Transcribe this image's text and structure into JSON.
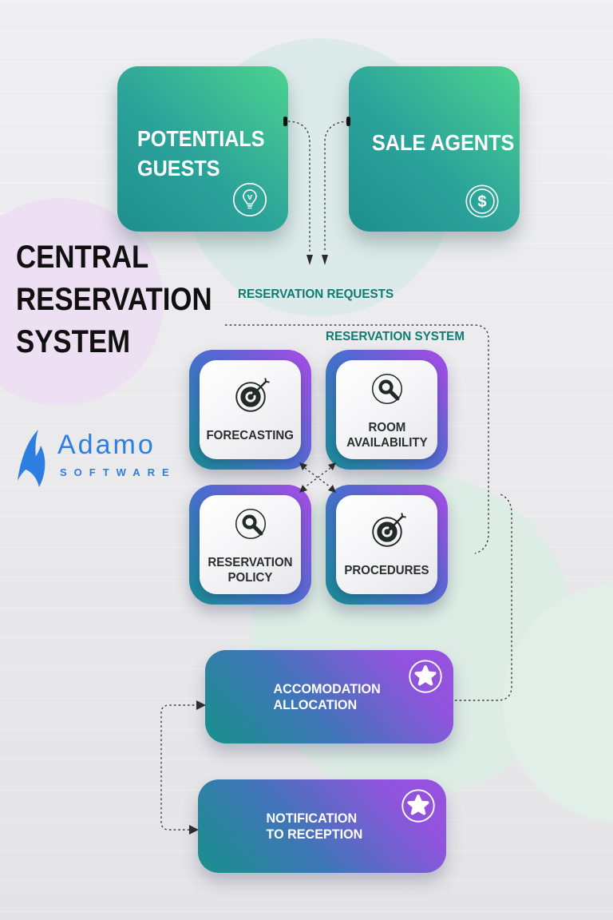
{
  "title": {
    "lines": [
      "CENTRAL",
      "RESERVATION",
      "SYSTEM"
    ]
  },
  "brand": {
    "name": "Adamo",
    "subtitle": "SOFTWARE"
  },
  "flow": {
    "sources": [
      {
        "id": "potentials-guests",
        "lines": [
          "POTENTIALS",
          "GUESTS"
        ],
        "icon": "lightbulb-icon"
      },
      {
        "id": "sale-agents",
        "lines": [
          "SALE AGENTS"
        ],
        "icon": "dollar-icon"
      }
    ],
    "request_label": "RESERVATION REQUESTS",
    "system_label": "RESERVATION SYSTEM",
    "modules": [
      {
        "id": "forecasting",
        "lines": [
          "FORECASTING"
        ],
        "icon": "target-icon"
      },
      {
        "id": "room-availability",
        "lines": [
          "ROOM",
          "AVAILABILITY"
        ],
        "icon": "magnifier-icon"
      },
      {
        "id": "reservation-policy",
        "lines": [
          "RESERVATION",
          "POLICY"
        ],
        "icon": "magnifier-icon"
      },
      {
        "id": "procedures",
        "lines": [
          "PROCEDURES"
        ],
        "icon": "target-icon"
      }
    ],
    "outputs": [
      {
        "id": "accommodation-allocation",
        "lines": [
          "ACCOMODATION",
          "ALLOCATION"
        ],
        "icon": "star-icon"
      },
      {
        "id": "notification-to-reception",
        "lines": [
          "NOTIFICATION",
          "TO RECEPTION"
        ],
        "icon": "star-icon"
      }
    ]
  },
  "icons": {
    "dollar_glyph": "$"
  },
  "colors": {
    "background": "#efeff1",
    "teal_label": "#0e7c70",
    "source_gradient_start": "#4dd28f",
    "source_gradient_end": "#1d8f8d",
    "module_border_gradient_start": "#168b90",
    "module_border_gradient_end": "#9b4fe0",
    "output_gradient_start": "#179189",
    "output_gradient_end": "#9b50e0",
    "brand_blue": "#2e7ee2",
    "title_color": "#101010",
    "connector": "#3d3d3d",
    "circle_teal": "#dcebe9",
    "circle_lavender": "#ece0f2",
    "circle_green": "#ddece4"
  }
}
